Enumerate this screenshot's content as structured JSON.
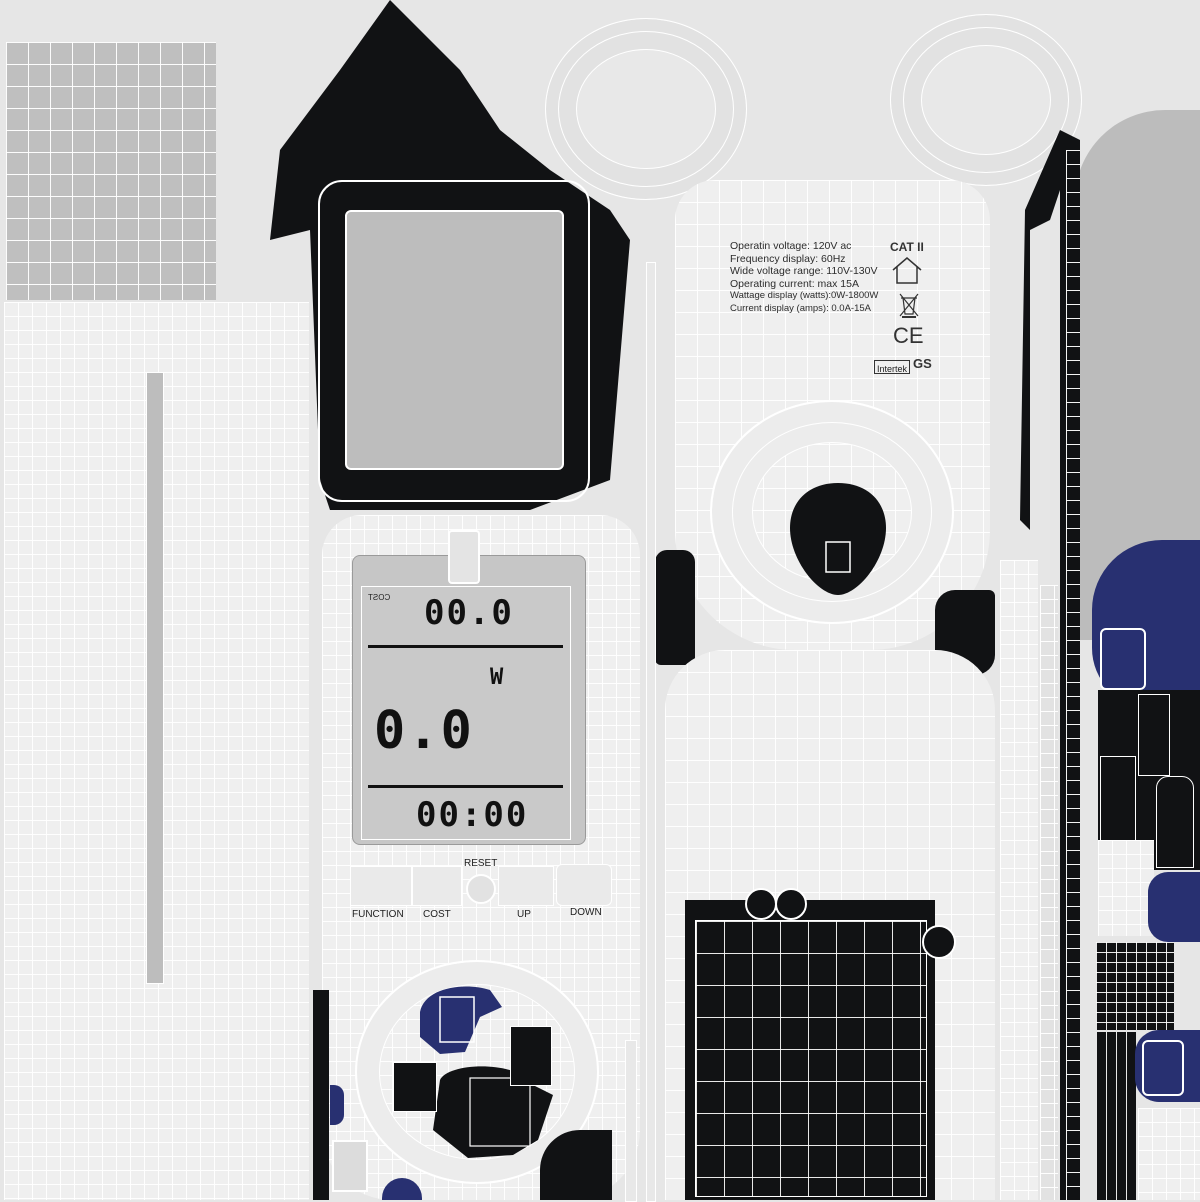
{
  "specs": {
    "category": "CAT II",
    "lines": [
      "Operatin voltage: 120V ac",
      "Frequency display: 60Hz",
      "Wide voltage range: 110V-130V",
      "Operating current: max 15A",
      "Wattage display (watts):0W-1800W",
      "Current display (amps): 0.0A-15A"
    ],
    "marks": {
      "ce": "CE",
      "intertek": "Intertek",
      "gs": "GS"
    }
  },
  "lcd": {
    "cost_label": "COST",
    "cost_value": "0.00",
    "unit": "W",
    "power_value": "0.0",
    "time_value": "00:00"
  },
  "buttons": {
    "reset": "RESET",
    "function": "FUNCTION",
    "cost": "COST",
    "up": "UP",
    "down": "DOWN"
  },
  "colors": {
    "canvas": "#e6e6e6",
    "shell": "#efefef",
    "dark": "#111214",
    "accent_navy": "#283071",
    "lcd": "#c6c6c6"
  }
}
